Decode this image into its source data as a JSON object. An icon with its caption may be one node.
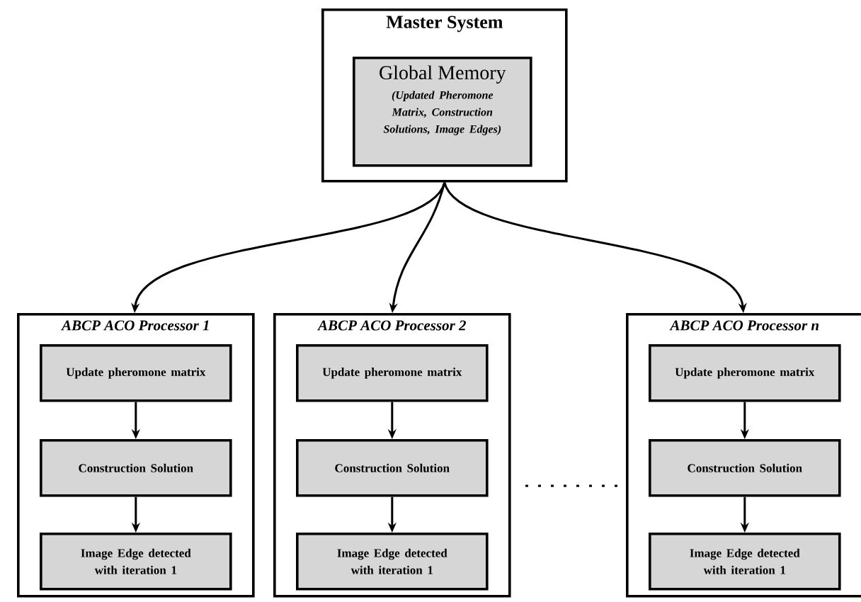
{
  "diagram": {
    "nodes": [
      {
        "text": [
          "Master System"
        ]
      },
      {
        "text": [
          "Global Memory",
          "(Updated Pheromone Matrix, Construction Solutions, Image Edges)"
        ],
        "in": 0
      },
      {
        "text": [
          "ABCP ACO Processor 1"
        ]
      },
      {
        "text": [
          "Update pheromone matrix"
        ],
        "in": 2
      },
      {
        "text": [
          "Construction Solution"
        ],
        "in": 2
      },
      {
        "text": [
          "Image Edge detected with iteration 1"
        ],
        "in": 2
      },
      {
        "text": [
          "ABCP ACO Processor 2"
        ]
      },
      {
        "text": [
          "Update pheromone matrix"
        ],
        "in": 6
      },
      {
        "text": [
          "Construction Solution"
        ],
        "in": 6
      },
      {
        "text": [
          "Image Edge detected with iteration 1"
        ],
        "in": 6
      },
      {
        "text": [
          "ABCP ACO Processor n"
        ]
      },
      {
        "text": [
          "Update pheromone matrix"
        ],
        "in": 10
      },
      {
        "text": [
          "Construction Solution"
        ],
        "in": 10
      },
      {
        "text": [
          "Image Edge detected with iteration 1"
        ],
        "in": 10
      }
    ],
    "edges": [
      {
        "from": 0,
        "to": 2,
        "arrow": "to"
      },
      {
        "from": 0,
        "to": 6,
        "arrow": "to"
      },
      {
        "from": 0,
        "to": 10,
        "arrow": "to"
      },
      {
        "from": 3,
        "to": 4,
        "arrow": "to"
      },
      {
        "from": 4,
        "to": 5,
        "arrow": "to"
      },
      {
        "from": 7,
        "to": 8,
        "arrow": "to"
      },
      {
        "from": 8,
        "to": 9,
        "arrow": "to"
      },
      {
        "from": 11,
        "to": 12,
        "arrow": "to"
      },
      {
        "from": 12,
        "to": 13,
        "arrow": "to"
      }
    ]
  }
}
